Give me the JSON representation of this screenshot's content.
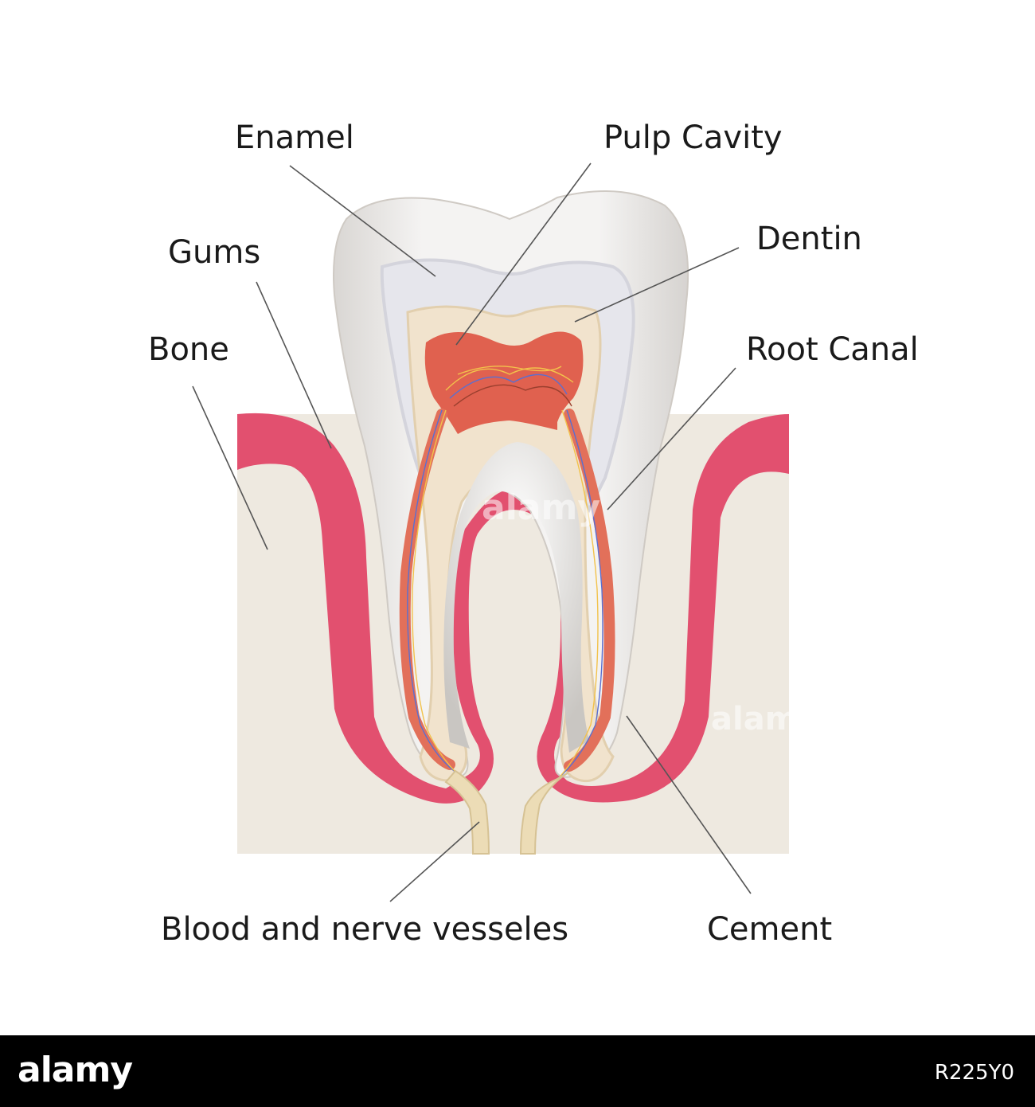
{
  "labels": {
    "enamel": "Enamel",
    "pulp_cavity": "Pulp Cavity",
    "gums": "Gums",
    "dentin": "Dentin",
    "bone": "Bone",
    "root_canal": "Root Canal",
    "blood_nerve": "Blood and nerve vesseles",
    "cement": "Cement"
  },
  "watermark": "alamy",
  "footer": {
    "logo": "alamy",
    "image_id": "R225Y0"
  },
  "colors": {
    "gum": "#e2506f",
    "bone": "#eee9e0",
    "enamel_outer": "#f2f1f0",
    "enamel_inner": "#e6e6ec",
    "dentin": "#f1e3cd",
    "pulp": "#e0614f",
    "root_canal": "#e2705a",
    "cement": "#ecdcb6"
  }
}
